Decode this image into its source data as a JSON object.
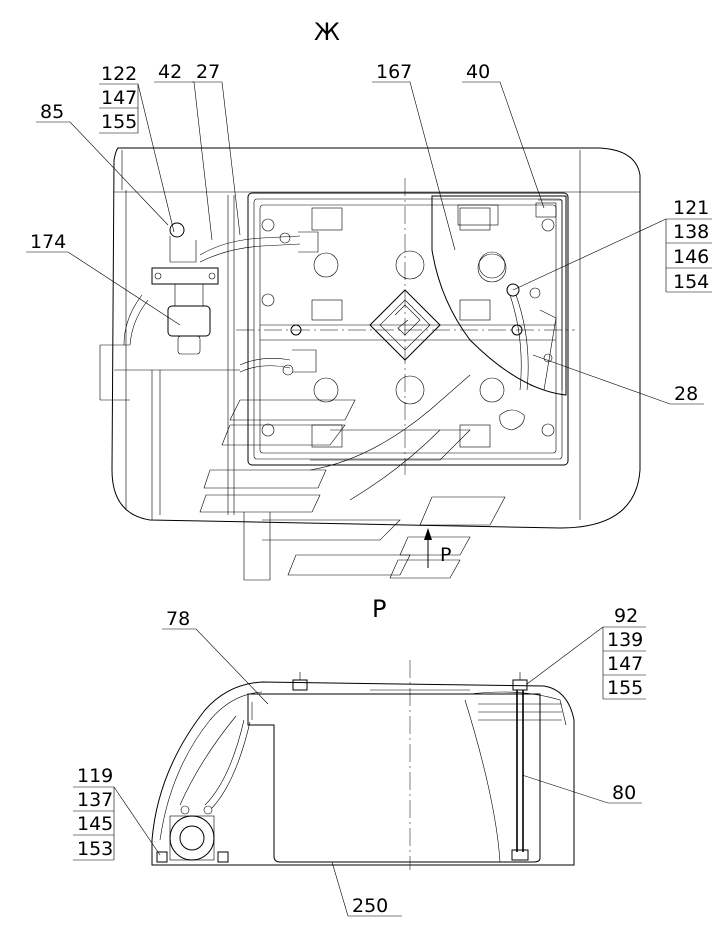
{
  "view_top_title": "Ж",
  "view_side_title": "Р",
  "arrow_label": "Р",
  "callouts": {
    "c85": "85",
    "c122": "122",
    "c147a": "147",
    "c155a": "155",
    "c42": "42",
    "c27": "27",
    "c167": "167",
    "c40": "40",
    "c121": "121",
    "c138": "138",
    "c146": "146",
    "c154": "154",
    "c174": "174",
    "c28": "28",
    "c78": "78",
    "c92": "92",
    "c139": "139",
    "c147b": "147",
    "c155b": "155",
    "c119": "119",
    "c137": "137",
    "c145": "145",
    "c153": "153",
    "c80": "80",
    "c250": "250"
  }
}
